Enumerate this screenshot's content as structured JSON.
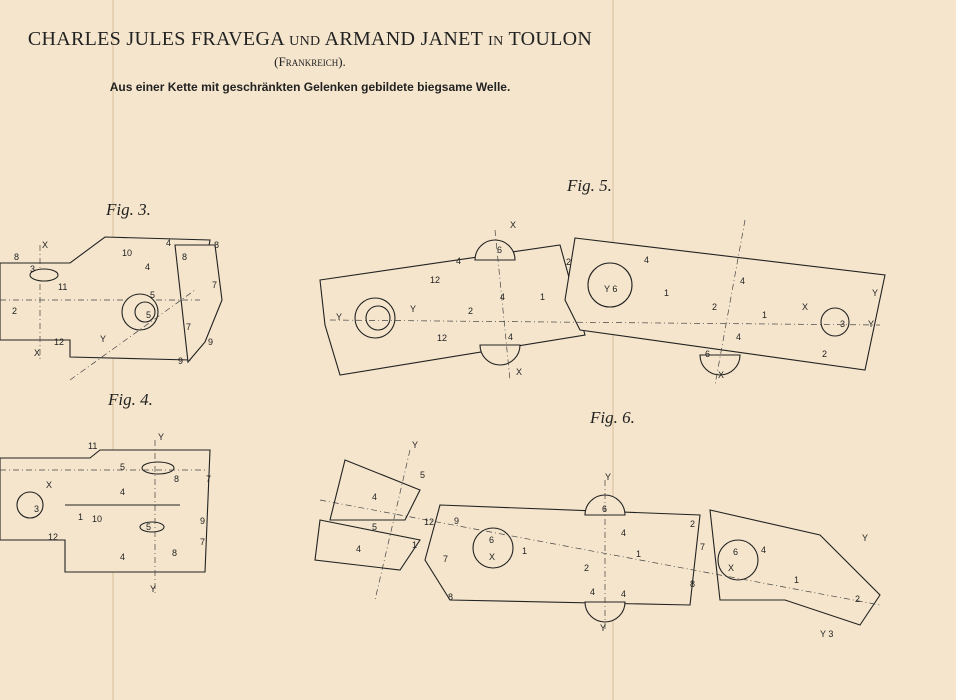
{
  "header": {
    "authors_a": "Charles Jules Fravega",
    "und": "und",
    "authors_b": "Armand Janet",
    "in": "in",
    "city": "Toulon",
    "country": "(Frankreich).",
    "title": "Aus einer Kette mit geschränkten Gelenken gebildete biegsame Welle."
  },
  "figures": [
    {
      "label": "Fig. 3.",
      "numbers": [
        "X",
        "8",
        "3",
        "11",
        "2",
        "12",
        "X",
        "Y",
        "10",
        "4",
        "4",
        "8",
        "8",
        "5",
        "5",
        "7",
        "7",
        "9",
        "9"
      ]
    },
    {
      "label": "Fig. 4.",
      "numbers": [
        "11",
        "Y",
        "5",
        "8",
        "7",
        "X",
        "3",
        "1",
        "4",
        "10",
        "5",
        "9",
        "7",
        "12",
        "4",
        "8",
        "Y"
      ]
    },
    {
      "label": "Fig. 5.",
      "numbers": [
        "X",
        "6",
        "4",
        "12",
        "4",
        "1",
        "Y",
        "Y",
        "2",
        "12",
        "4",
        "X",
        "2",
        "4",
        "Y 6",
        "1",
        "4",
        "X",
        "2",
        "1",
        "4",
        "Y",
        "3",
        "Y",
        "2",
        "6",
        "X"
      ]
    },
    {
      "label": "Fig. 6.",
      "numbers": [
        "Y",
        "5",
        "4",
        "5",
        "1",
        "4",
        "12",
        "9",
        "7",
        "6",
        "X",
        "1",
        "Y",
        "6",
        "4",
        "2",
        "1",
        "4",
        "4",
        "8",
        "7",
        "2",
        "6",
        "X",
        "4",
        "1",
        "Y",
        "2",
        "Y 3",
        "8",
        "Y"
      ]
    }
  ]
}
